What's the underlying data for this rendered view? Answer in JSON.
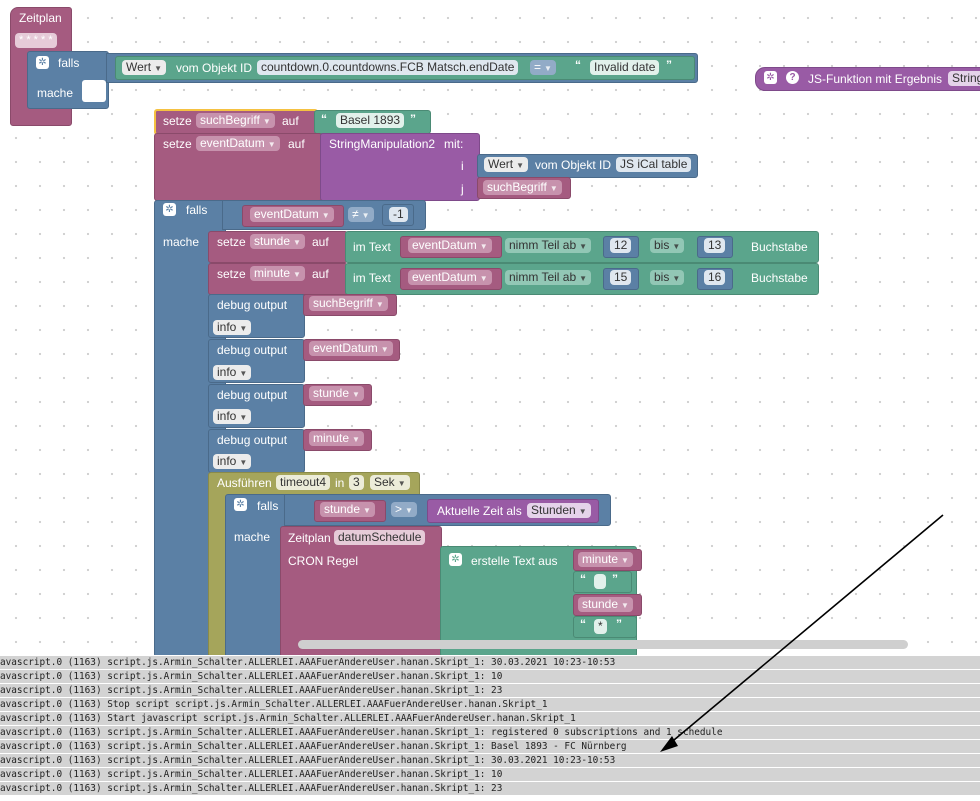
{
  "workspace": {
    "zeitplan_top": {
      "title": "Zeitplan",
      "cron": "* * * * *"
    },
    "if1": {
      "falls": "falls",
      "mache": "mache",
      "wert": "Wert",
      "vom_objekt": "vom Objekt ID",
      "object_id": "countdown.0.countdowns.FCB Matsch.endDate",
      "op": "=",
      "text": "Invalid date"
    },
    "js_function": {
      "label": "JS-Funktion mit Ergebnis",
      "name": "String"
    },
    "set1": {
      "setze": "setze",
      "var": "suchBegriff",
      "auf": "auf",
      "text": "Basel 1893"
    },
    "set2": {
      "setze": "setze",
      "var": "eventDatum",
      "auf": "auf",
      "func": "StringManipulation2",
      "mit": "mit:",
      "param_i": "i",
      "param_j": "j",
      "wert": "Wert",
      "vom_objekt": "vom Objekt ID",
      "object_id": "JS iCal table",
      "j_var": "suchBegriff"
    },
    "if2": {
      "falls": "falls",
      "mache": "mache",
      "var": "eventDatum",
      "op": "≠",
      "num": "-1"
    },
    "set3": {
      "setze": "setze",
      "var": "stunde",
      "auf": "auf",
      "im_text": "im Text",
      "src": "eventDatum",
      "nimm": "nimm Teil ab",
      "from": "12",
      "bis": "bis",
      "to": "13",
      "buchstabe": "Buchstabe"
    },
    "set4": {
      "setze": "setze",
      "var": "minute",
      "auf": "auf",
      "im_text": "im Text",
      "src": "eventDatum",
      "nimm": "nimm Teil ab",
      "from": "15",
      "bis": "bis",
      "to": "16",
      "buchstabe": "Buchstabe"
    },
    "debug": [
      {
        "label": "debug output",
        "value": "suchBegriff",
        "level": "info"
      },
      {
        "label": "debug output",
        "value": "eventDatum",
        "level": "info"
      },
      {
        "label": "debug output",
        "value": "stunde",
        "level": "info"
      },
      {
        "label": "debug output",
        "value": "minute",
        "level": "info"
      }
    ],
    "timeout": {
      "ausfuehren": "Ausführen",
      "name": "timeout4",
      "in": "in",
      "value": "3",
      "unit": "Sek"
    },
    "if3": {
      "falls": "falls",
      "mache": "mache",
      "var": "stunde",
      "op": ">",
      "aktuelle": "Aktuelle Zeit als",
      "unit": "Stunden"
    },
    "zeitplan_inner": {
      "title": "Zeitplan",
      "name": "datumSchedule",
      "cron": "CRON Regel",
      "erstelle": "erstelle Text aus",
      "item1": "minute",
      "item2_text": " ",
      "item3": "stunde",
      "item4_text": "*"
    }
  },
  "log": {
    "lines": [
      "avascript.0 (1163) script.js.Armin_Schalter.ALLERLEI.AAAFuerAndereUser.hanan.Skript_1: 30.03.2021 10:23-10:53",
      "avascript.0 (1163) script.js.Armin_Schalter.ALLERLEI.AAAFuerAndereUser.hanan.Skript_1: 10",
      "avascript.0 (1163) script.js.Armin_Schalter.ALLERLEI.AAAFuerAndereUser.hanan.Skript_1: 23",
      "avascript.0 (1163) Stop script script.js.Armin_Schalter.ALLERLEI.AAAFuerAndereUser.hanan.Skript_1",
      "avascript.0 (1163) Start javascript script.js.Armin_Schalter.ALLERLEI.AAAFuerAndereUser.hanan.Skript_1",
      "avascript.0 (1163) script.js.Armin_Schalter.ALLERLEI.AAAFuerAndereUser.hanan.Skript_1: registered 0 subscriptions and 1 schedule",
      "avascript.0 (1163) script.js.Armin_Schalter.ALLERLEI.AAAFuerAndereUser.hanan.Skript_1: Basel 1893 - FC Nürnberg",
      "avascript.0 (1163) script.js.Armin_Schalter.ALLERLEI.AAAFuerAndereUser.hanan.Skript_1: 30.03.2021 10:23-10:53",
      "avascript.0 (1163) script.js.Armin_Schalter.ALLERLEI.AAAFuerAndereUser.hanan.Skript_1: 10",
      "avascript.0 (1163) script.js.Armin_Schalter.ALLERLEI.AAAFuerAndereUser.hanan.Skript_1: 23"
    ]
  },
  "colors": {
    "event": "#a55b80",
    "logic": "#5b80a5",
    "text": "#5ba58c",
    "function": "#995ba5",
    "timeout": "#a5a55b"
  },
  "icons": {
    "gear": "gear-icon",
    "help": "help-icon",
    "arrow": "annotation-arrow"
  }
}
